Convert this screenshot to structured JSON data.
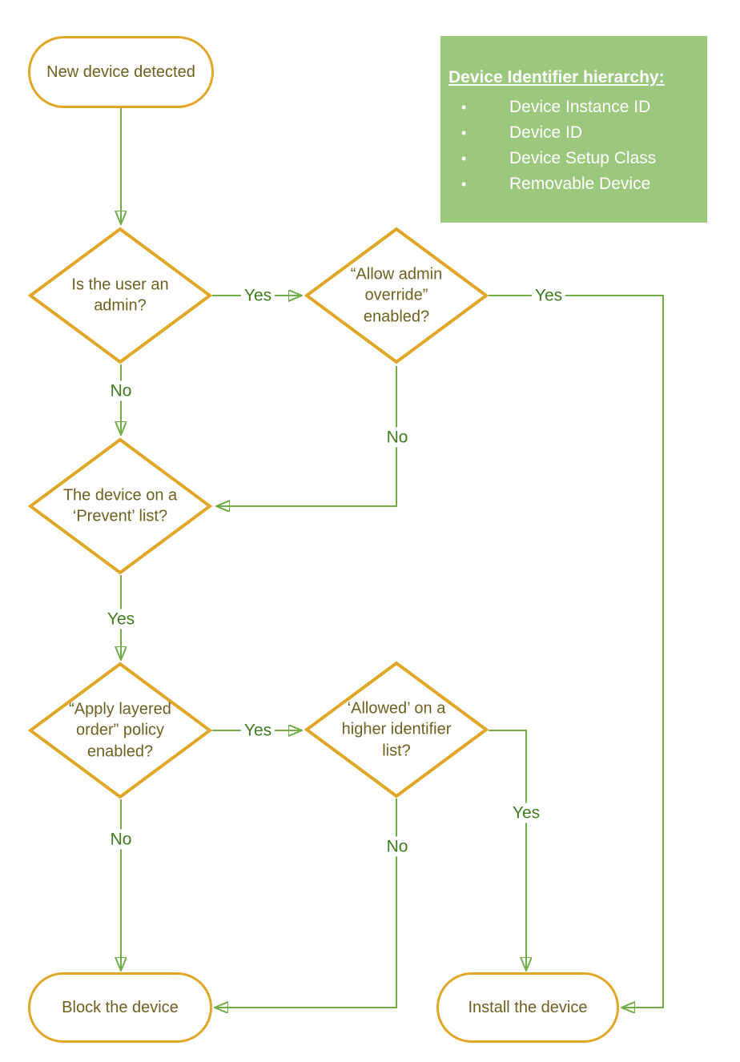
{
  "colors": {
    "shape_stroke": "#E2A626",
    "shape_text": "#6E5F1E",
    "connector_line": "#70AD47",
    "arrowhead": "#57B02F",
    "edge_label_text": "#3E7D1E",
    "info_box_bg": "#9CC87E",
    "info_box_text": "#FFFFFF",
    "background": "#FFFFFF"
  },
  "nodes": {
    "start": {
      "label": "New device detected"
    },
    "is_admin": {
      "label": "Is the user an\nadmin?"
    },
    "allow_override": {
      "label": "“Allow admin\noverride”\nenabled?"
    },
    "prevent_list": {
      "label": "The device on a\n‘Prevent’ list?"
    },
    "layered_order": {
      "label": "“Apply layered\norder” policy\nenabled?"
    },
    "higher_identifier": {
      "label": "‘Allowed’ on a\nhigher identifier\nlist?"
    },
    "block": {
      "label": "Block the device"
    },
    "install": {
      "label": "Install the device"
    }
  },
  "edge_labels": {
    "yes_admin": "Yes",
    "no_admin": "No",
    "yes_override": "Yes",
    "no_override": "No",
    "yes_prevent": "Yes",
    "yes_layered": "Yes",
    "no_layered": "No",
    "yes_higher": "Yes",
    "no_higher": "No"
  },
  "info_box": {
    "title": "Device Identifier hierarchy:",
    "bullet": "•",
    "items": [
      "Device Instance ID",
      "Device ID",
      "Device Setup Class",
      "Removable Device"
    ]
  }
}
